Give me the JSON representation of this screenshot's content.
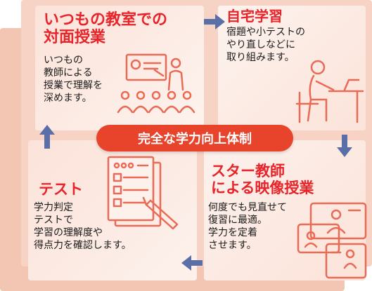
{
  "banner": "完全な学力向上体制",
  "steps": {
    "classroom": {
      "title_line1": "いつもの教室での",
      "title_line2": "対面授業",
      "body": "いつもの\n教師による\n授業で理解を\n深めます。"
    },
    "home": {
      "title": "自宅学習",
      "body": "宿題や小テストの\nやり直しなどに\n取り組みます。"
    },
    "video": {
      "title_line1": "スター教師",
      "title_line2": "による映像授業",
      "body": "何度でも見直せて\n復習に最適。\n学力を定着\nさせます。"
    },
    "test": {
      "title": "テスト",
      "body": "学力判定\nテストで\n学習の理解度や\n得点力を確認します。"
    }
  },
  "icons": {
    "classroom": "classroom-lecture-icon",
    "home": "home-study-icon",
    "video": "video-lesson-icon",
    "test": "test-paper-icon",
    "arrows": "flow-arrow-icon"
  },
  "colors": {
    "title_red": "#e8242a",
    "banner": "#e8432b",
    "card_light": "#fdeee8",
    "card_mid": "#f8d6c8",
    "arrow": "#5a6fa8"
  }
}
